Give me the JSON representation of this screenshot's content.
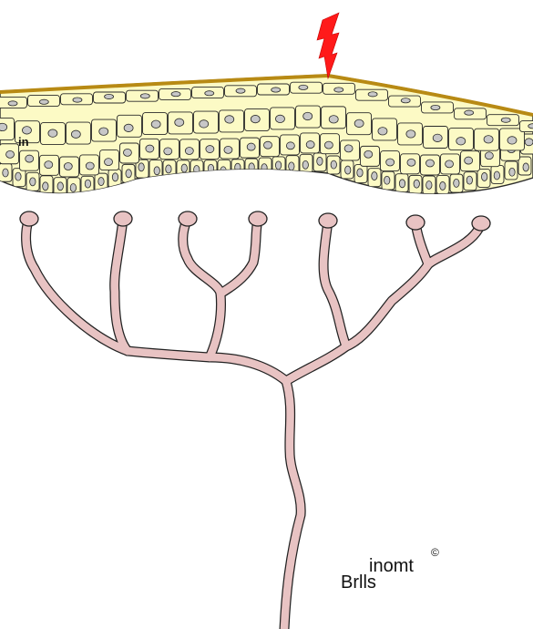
{
  "diagram": {
    "labels": {
      "side_label": "in",
      "logo_top": "inomt",
      "logo_bottom": "Brlls",
      "copyright": "©"
    },
    "colors": {
      "cell_fill": "#fcfac5",
      "cell_stroke": "#2a2a2a",
      "nucleus_fill": "#c7c7c7",
      "surface_layer": "#b88a14",
      "nerve_fill": "#e8c3c3",
      "nerve_stroke": "#222222",
      "stimulus": "#ff1a1a"
    },
    "icons": {
      "stimulus": "lightning-bolt-icon"
    }
  }
}
